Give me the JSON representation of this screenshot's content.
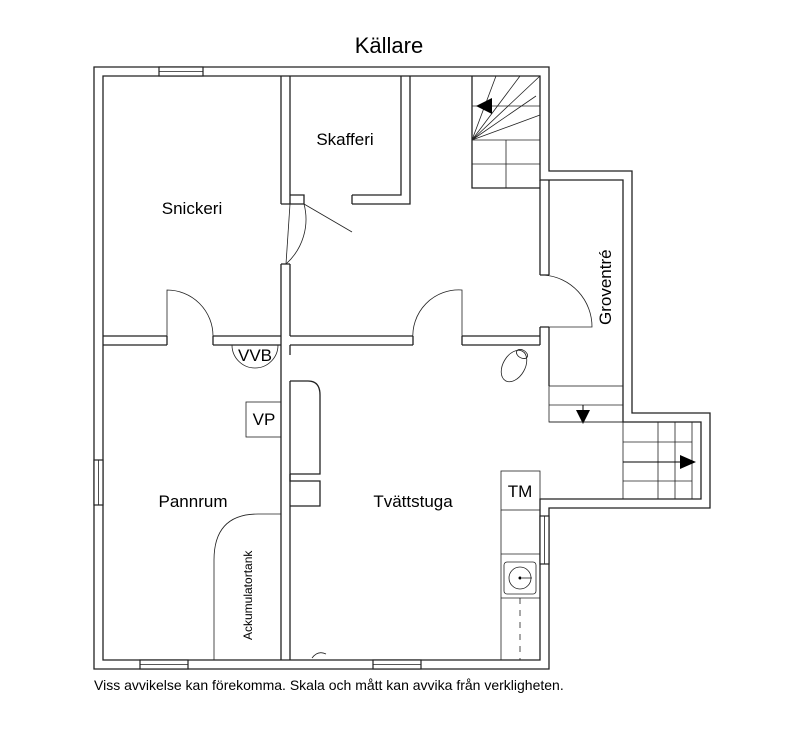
{
  "title": "Källare",
  "rooms": {
    "snickeri": "Snickeri",
    "skafferi": "Skafferi",
    "groventre": "Groventré",
    "pannrum": "Pannrum",
    "tvattstuga": "Tvättstuga"
  },
  "fixtures": {
    "vvb": "VVB",
    "vp": "VP",
    "tm": "TM",
    "tank": "Ackumulatortank"
  },
  "disclaimer": "Viss avvikelse kan förekomma. Skala och mått kan avvika från verkligheten."
}
